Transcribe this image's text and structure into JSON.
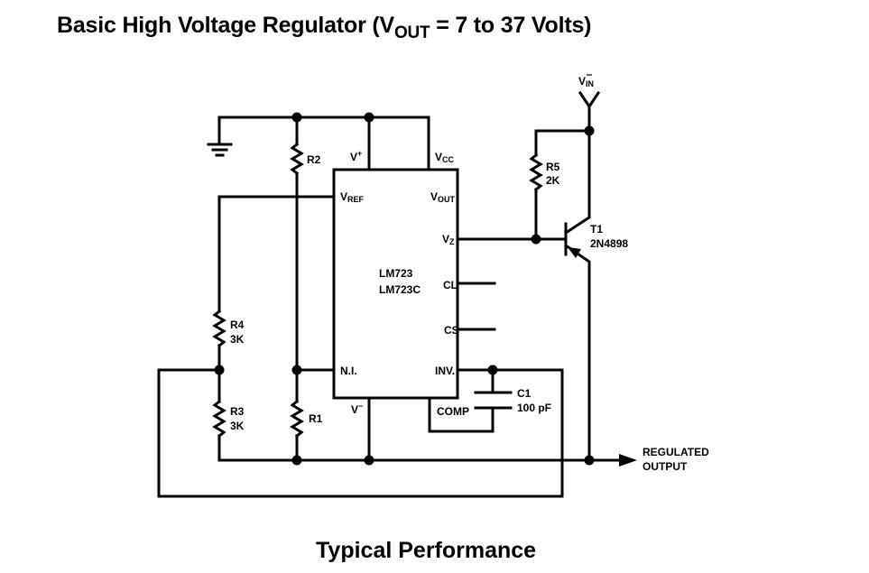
{
  "header": {
    "title_prefix": "Basic High Voltage Regulator (V",
    "title_sub": "OUT",
    "title_suffix": " = 7 to 37 Volts)"
  },
  "footer": {
    "section_title": "Typical Performance"
  },
  "schematic": {
    "ic": {
      "part_line1": "LM723",
      "part_line2": "LM723C",
      "pins": {
        "v_plus": {
          "main": "V",
          "sup": "+"
        },
        "vcc": {
          "main": "V",
          "sub": "CC"
        },
        "vref": {
          "main": "V",
          "sub": "REF"
        },
        "vout": {
          "main": "V",
          "sub": "OUT"
        },
        "vz": {
          "main": "V",
          "sub": "Z"
        },
        "cl": "CL",
        "cs": "CS",
        "ni": "N.I.",
        "inv": "INV.",
        "v_minus": {
          "main": "V",
          "sup": "−"
        },
        "comp": "COMP"
      }
    },
    "supply": {
      "main": "V",
      "sub": "IN",
      "overbar": true
    },
    "components": {
      "r1": {
        "ref": "R1"
      },
      "r2": {
        "ref": "R2"
      },
      "r3": {
        "ref": "R3",
        "value": "3K"
      },
      "r4": {
        "ref": "R4",
        "value": "3K"
      },
      "r5": {
        "ref": "R5",
        "value": "2K"
      },
      "c1": {
        "ref": "C1",
        "value": "100 pF"
      },
      "t1": {
        "ref": "T1",
        "part": "2N4898",
        "type": "PNP"
      }
    },
    "output": {
      "line1": "REGULATED",
      "line2": "OUTPUT"
    },
    "ground_symbol": "ground-icon"
  }
}
